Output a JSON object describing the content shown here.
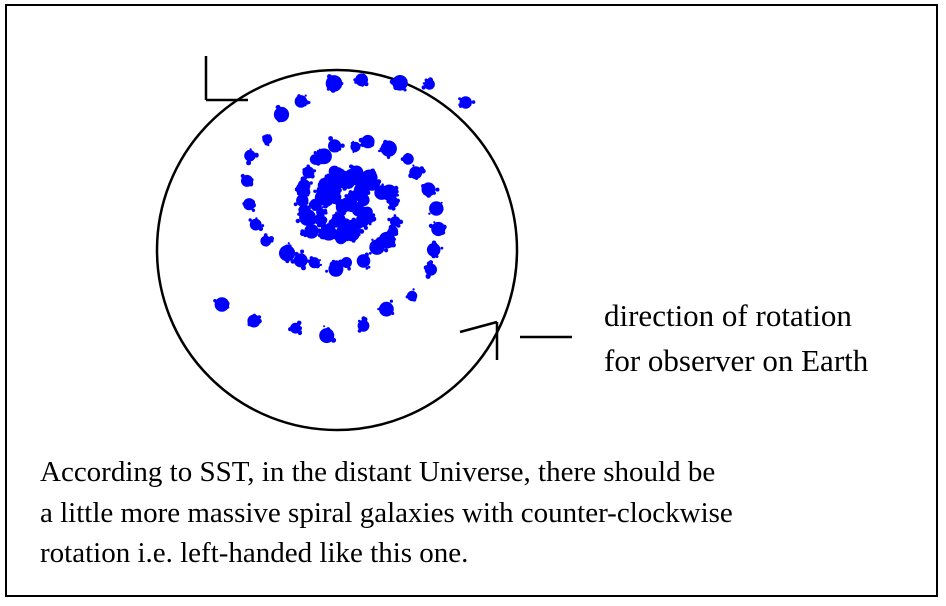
{
  "rotation_label": {
    "lines": [
      "direction of rotation",
      "for observer on Earth"
    ]
  },
  "caption": {
    "lines": [
      "According to SST, in the distant Universe, there should be",
      "a little more massive spiral galaxies with counter-clockwise",
      "rotation i.e. left-handed like this one."
    ]
  },
  "galaxy": {
    "star_color": "#0000ff",
    "outline_color": "#000000",
    "rotation": "counter-clockwise",
    "arm_count": 2
  }
}
